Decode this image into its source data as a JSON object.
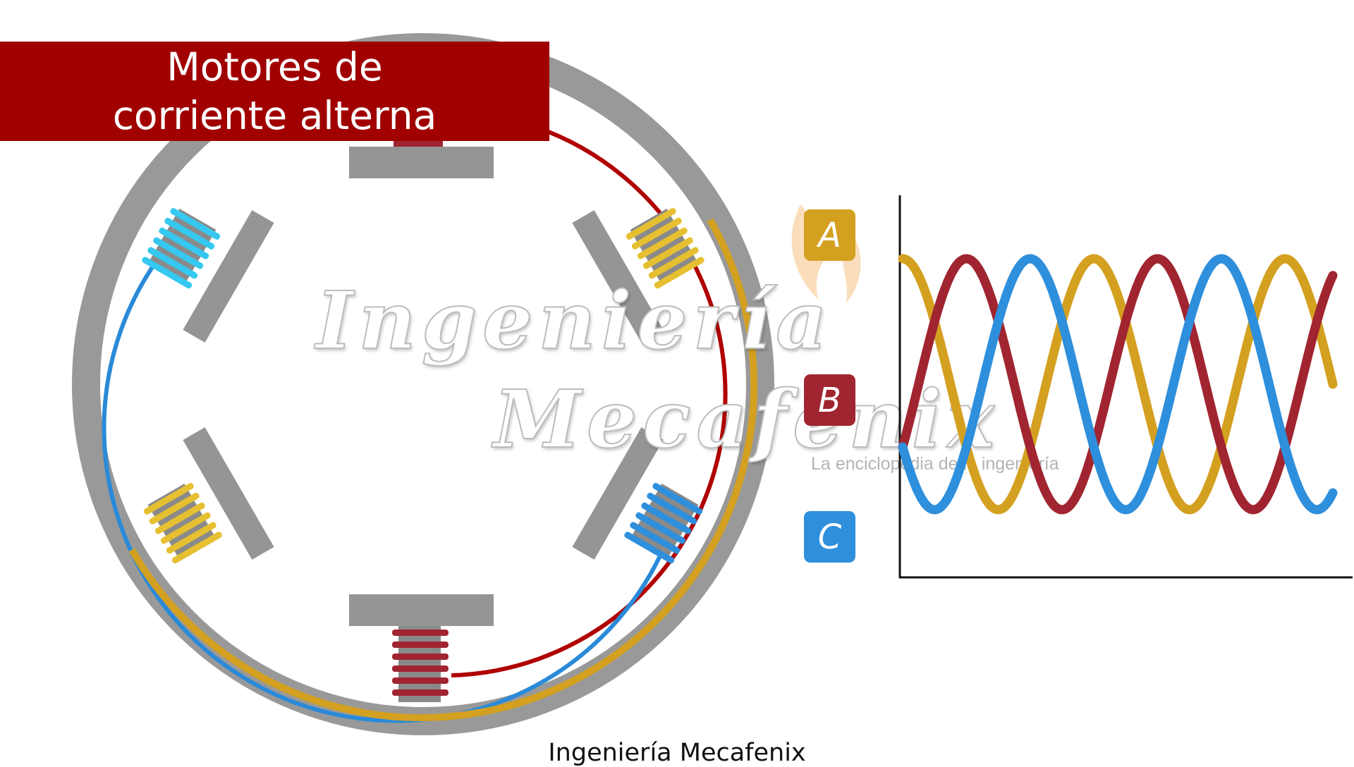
{
  "title": {
    "line1": "Motores de",
    "line2": "corriente alterna"
  },
  "caption": "Ingeniería Mecafenix",
  "watermark": {
    "line1": "Ingeniería",
    "line2": "Mecafenix",
    "sub": "La enciclopedia de la ingeniería"
  },
  "phases": [
    {
      "label": "A",
      "color": "#d4a020"
    },
    {
      "label": "B",
      "color": "#a02530"
    },
    {
      "label": "C",
      "color": "#2e8fdc"
    }
  ],
  "colors": {
    "banner": "#a00000",
    "stator": "#999999",
    "pole": "#959595",
    "phase_b_wire": "#b00000",
    "coil_cyan": "#35c8f0",
    "coil_yellow": "#e6c030"
  },
  "chart_data": {
    "type": "line",
    "series": [
      {
        "name": "A",
        "phase_deg": 90,
        "cycles": 2.25
      },
      {
        "name": "B",
        "phase_deg": -30,
        "cycles": 2.25
      },
      {
        "name": "C",
        "phase_deg": 210,
        "cycles": 2.25
      }
    ]
  }
}
